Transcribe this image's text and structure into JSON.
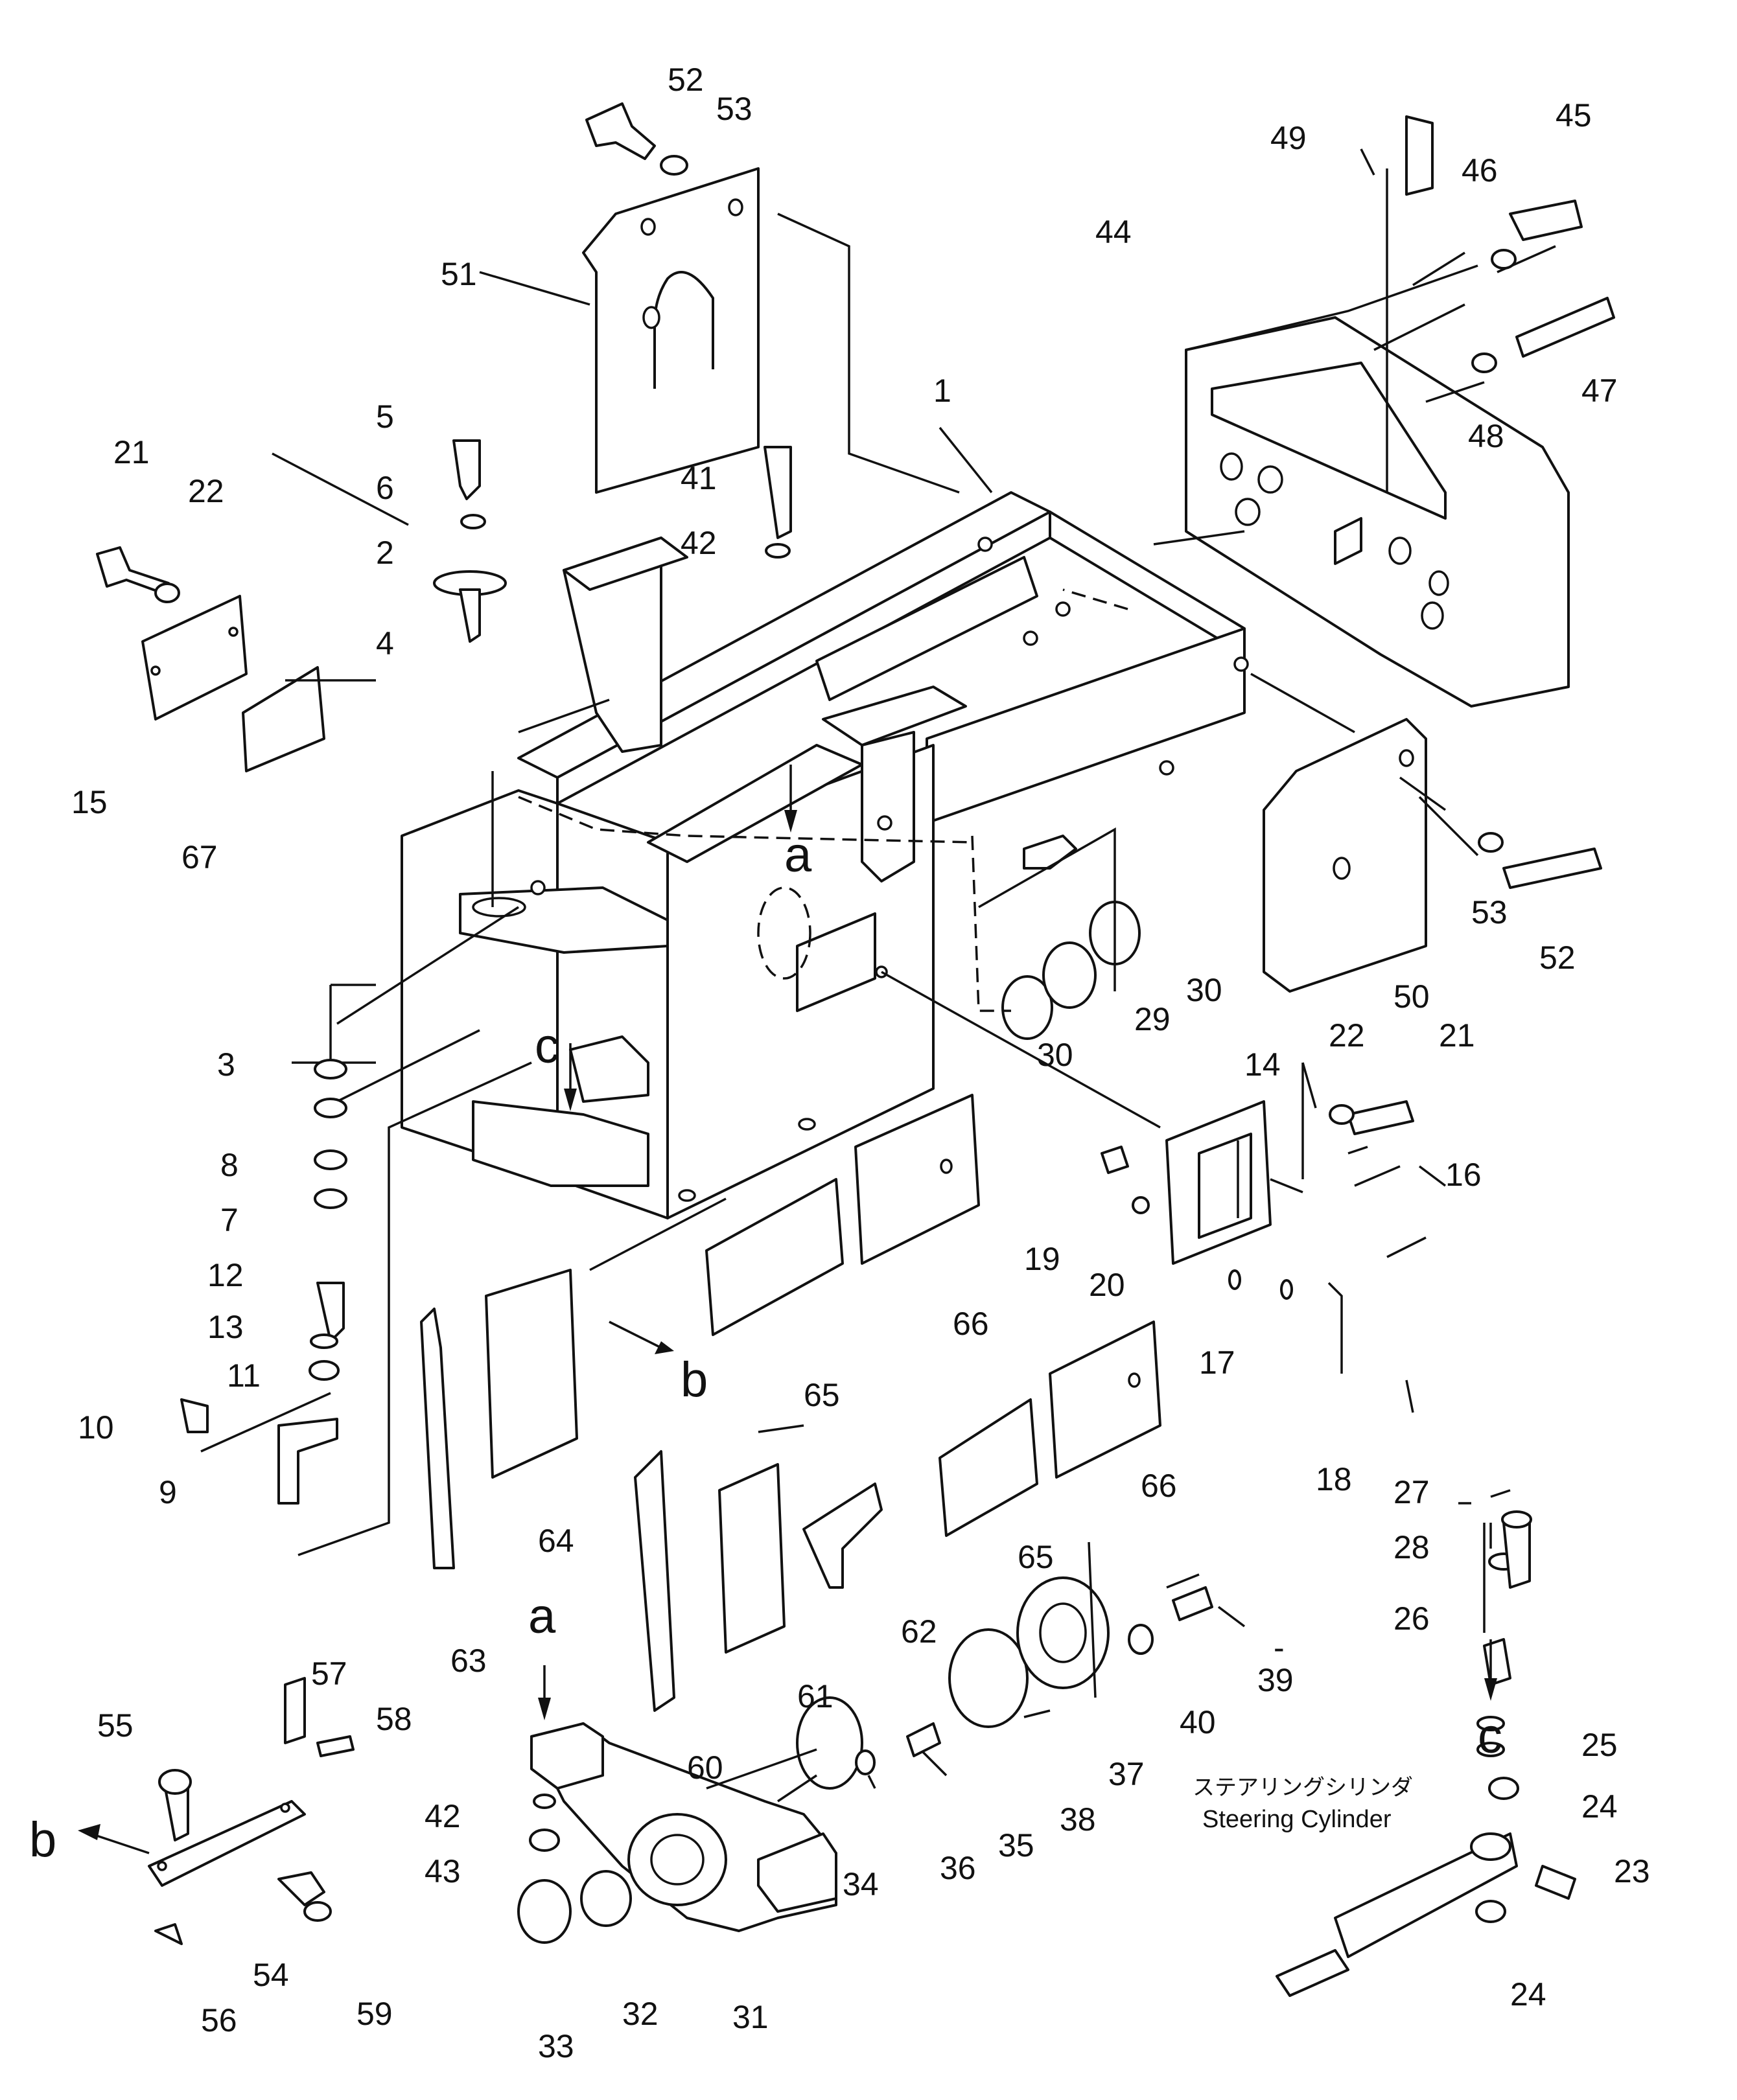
{
  "labels": {
    "p1": "1",
    "p2": "2",
    "p3": "3",
    "p4": "4",
    "p5": "5",
    "p6": "6",
    "p7": "7",
    "p8": "8",
    "p9": "9",
    "p10": "10",
    "p11": "11",
    "p12": "12",
    "p13": "13",
    "p14": "14",
    "p15": "15",
    "p16": "16",
    "p17": "17",
    "p18": "18",
    "p19": "19",
    "p20": "20",
    "p21a": "21",
    "p21b": "21",
    "p22a": "22",
    "p22b": "22",
    "p23": "23",
    "p24a": "24",
    "p24b": "24",
    "p25": "25",
    "p26": "26",
    "p27": "27",
    "p28": "28",
    "p29": "29",
    "p30a": "30",
    "p30b": "30",
    "p31": "31",
    "p32": "32",
    "p33": "33",
    "p34": "34",
    "p35": "35",
    "p36": "36",
    "p37": "37",
    "p38": "38",
    "p39": "39",
    "p40": "40",
    "p41": "41",
    "p42a": "42",
    "p42b": "42",
    "p43": "43",
    "p44": "44",
    "p45": "45",
    "p46": "46",
    "p47": "47",
    "p48": "48",
    "p49": "49",
    "p50": "50",
    "p51": "51",
    "p52a": "52",
    "p52b": "52",
    "p53a": "53",
    "p53b": "53",
    "p54": "54",
    "p55": "55",
    "p56": "56",
    "p57": "57",
    "p58": "58",
    "p59": "59",
    "p60": "60",
    "p61": "61",
    "p62": "62",
    "p63": "63",
    "p64": "64",
    "p65a": "65",
    "p65b": "65",
    "p66a": "66",
    "p66b": "66",
    "p67": "67"
  },
  "refs": {
    "a_top": "a",
    "a_bottom": "a",
    "b_mid": "b",
    "b_left": "b",
    "c_mid": "c",
    "c_right": "c"
  },
  "steering": {
    "jp": "ステアリングシリンダ",
    "en": "Steering Cylinder"
  },
  "dash_mark": "-"
}
